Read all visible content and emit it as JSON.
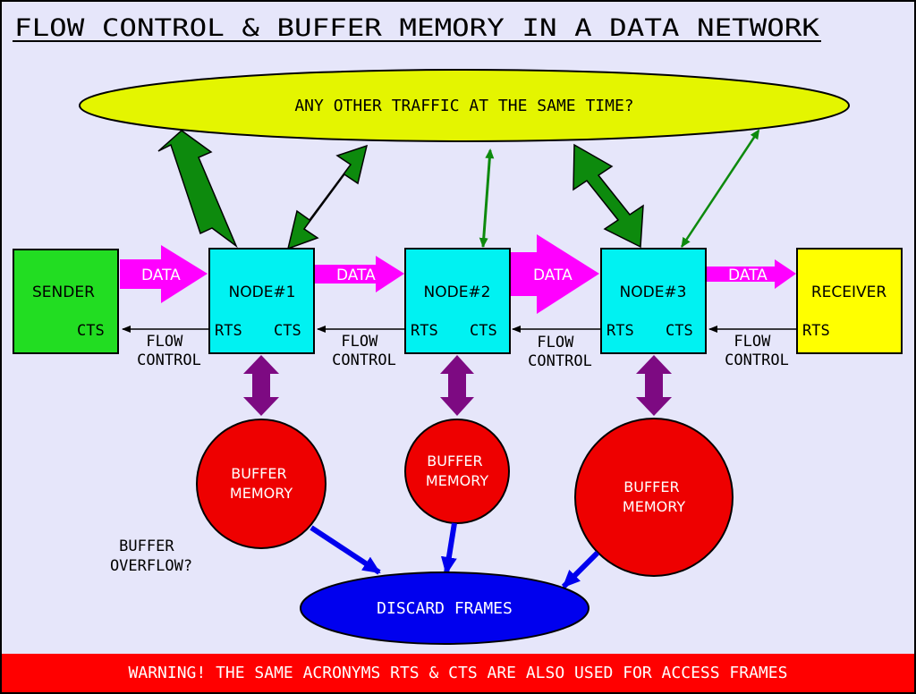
{
  "title": "FLOW CONTROL & BUFFER MEMORY IN A DATA NETWORK",
  "traffic": "ANY OTHER TRAFFIC AT THE SAME TIME?",
  "sender": {
    "label": "SENDER",
    "cts": "CTS"
  },
  "nodes": [
    {
      "label": "NODE#1",
      "rts": "RTS",
      "cts": "CTS"
    },
    {
      "label": "NODE#2",
      "rts": "RTS",
      "cts": "CTS"
    },
    {
      "label": "NODE#3",
      "rts": "RTS",
      "cts": "CTS"
    }
  ],
  "receiver": {
    "label": "RECEIVER",
    "rts": "RTS"
  },
  "data_label": "DATA",
  "flow_control": {
    "line1": "FLOW",
    "line2": "CONTROL"
  },
  "buffer": {
    "line1": "BUFFER",
    "line2": "MEMORY"
  },
  "overflow": {
    "line1": "BUFFER",
    "line2": "OVERFLOW?"
  },
  "discard": "DISCARD FRAMES",
  "warning": "WARNING! THE SAME ACRONYMS RTS & CTS ARE ALSO USED FOR ACCESS FRAMES",
  "colors": {
    "background": "#e6e6fa",
    "traffic": "#e4f500",
    "sender": "#22dd22",
    "node": "#00f2f2",
    "receiver": "#ffff00",
    "data_arrow": "#ff00ff",
    "green_arrow": "#0d8a0d",
    "purple_arrow": "#7d0a82",
    "buffer": "#ee0000",
    "discard": "#0000ee",
    "warning": "#ff0000"
  }
}
